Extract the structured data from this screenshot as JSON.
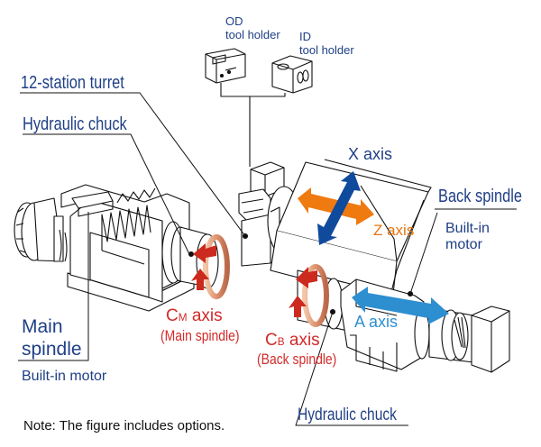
{
  "title": "Machine axis configuration diagram",
  "labels": {
    "od_tool_holder": [
      "OD",
      "tool holder"
    ],
    "id_tool_holder": [
      "ID",
      "tool holder"
    ],
    "turret": "12-station turret",
    "main_hydraulic_chuck": "Hydraulic chuck",
    "main_spindle": [
      "Main",
      "spindle"
    ],
    "main_builtin_motor": "Built-in motor",
    "x_axis": "X axis",
    "z_axis": "Z axis",
    "back_spindle": "Back spindle",
    "back_builtin_motor": [
      "Built-in",
      "motor"
    ],
    "a_axis": "A axis",
    "cm_axis": {
      "letter": "C",
      "sub": "M",
      "rest": " axis",
      "desc": "(Main spindle)"
    },
    "cb_axis": {
      "letter": "C",
      "sub": "B",
      "rest": " axis",
      "desc": "(Back spindle)"
    },
    "back_hydraulic_chuck": "Hydraulic chuck",
    "note": "Note: The figure includes options."
  },
  "colors": {
    "label_blue": "#1f3f86",
    "x_axis_arrow": "#0f4a9c",
    "z_axis_arrow": "#ef7a10",
    "a_axis_arrow": "#2e8fd0",
    "rotation_arrow": "#cc2a1e",
    "rotation_ring": "#d98a66"
  }
}
